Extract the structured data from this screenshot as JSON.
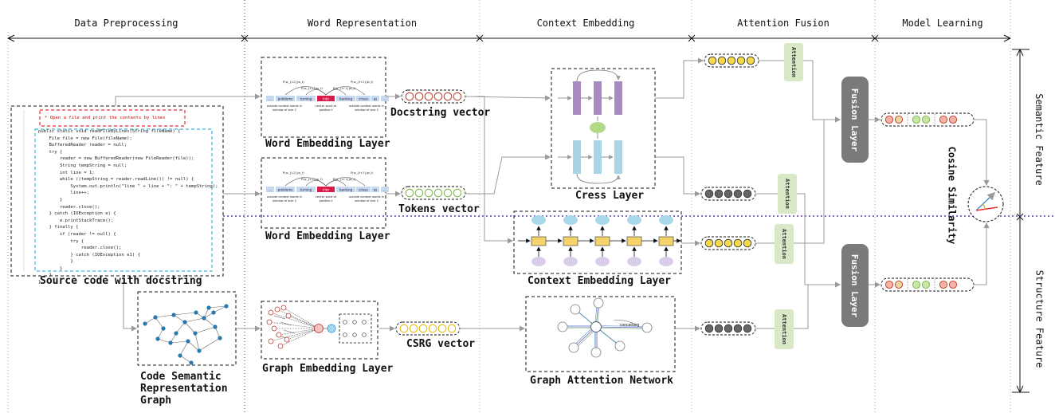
{
  "phases": [
    "Data Preprocessing",
    "Word Representation",
    "Context Embedding",
    "Attention Fusion",
    "Model Learning"
  ],
  "side_labels": {
    "semantic": "Semantic Feature",
    "structure": "Structure Feature"
  },
  "source_code": {
    "caption": "Source code with docstring",
    "docstring_line": "* Open a file and print the contents by lines",
    "lines": [
      "public static void readFileByLines(String fileName) {",
      "    File file = new File(fileName);",
      "    BufferedReader reader = null;",
      "    try {",
      "        reader = new BufferedReader(new FileReader(file));",
      "        String tempString = null;",
      "        int line = 1;",
      "        while ((tempString = reader.readLine()) != null) {",
      "            System.out.println(\"line \" + line + \": \" + tempString);",
      "            line++;",
      "        }",
      "        reader.close();",
      "    } catch (IOException e) {",
      "        e.printStackTrace();",
      "    } finally {",
      "        if (reader != null) {",
      "            try {",
      "                reader.close();",
      "            } catch (IOException e1) {",
      "            }",
      "        }",
      "    }",
      "}"
    ]
  },
  "csrg": {
    "caption_lines": [
      "Code Semantic",
      "Representation",
      "Graph"
    ]
  },
  "word_embedding": {
    "caption": "Word Embedding Layer",
    "tokens": [
      "...",
      "problems",
      "turning",
      "into",
      "banking",
      "crises",
      "as",
      "..."
    ],
    "annotations": [
      "outside context words in window of size 2",
      "center word at position t",
      "outside context words in window of size 2"
    ],
    "probs": [
      "P(w_{t-2}|w_t)",
      "P(w_{t-1}|w_t)",
      "P(w_{t+1}|w_t)",
      "P(w_{t+2}|w_t)"
    ]
  },
  "graph_embedding": {
    "caption": "Graph Embedding Layer"
  },
  "vectors": {
    "docstring": "Docstring vector",
    "tokens": "Tokens vector",
    "csrg": "CSRG vector"
  },
  "context": {
    "cress": "Cress Layer",
    "context_embedding": "Context Embedding Layer",
    "gat": "Graph Attention Network",
    "gat_edge_label": "concat/avg"
  },
  "attention": [
    "Attention",
    "Attention",
    "Attention",
    "Attention"
  ],
  "fusion": [
    "Fusion Layer",
    "Fusion Layer"
  ],
  "cosine": "Cosine Similarity",
  "colors": {
    "docstring": "#c0392b",
    "tokens": "#7cb342",
    "csrg": "#e6b800",
    "yellow": "#f5d84a",
    "gray": "#666666",
    "purple": "#a78bbf",
    "blue": "#a8d4e6",
    "lstm": "#f5d36b",
    "divider_red": "#e8a0a0",
    "divider_blue": "#5aa6e0",
    "divider_green": "#7cc67c",
    "divider_olive": "#b8a24a"
  }
}
